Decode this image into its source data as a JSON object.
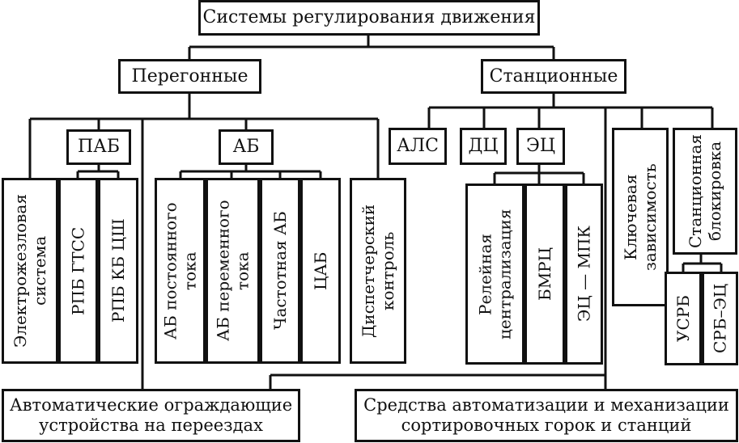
{
  "root": "Системы регулирования движения",
  "peregon": {
    "title": "Перегонные",
    "pab": {
      "title": "ПАБ",
      "items": [
        "РПБ ГТСС",
        "РПБ КБ ЦШ"
      ]
    },
    "ab": {
      "title": "АБ",
      "items": [
        "АБ постоянного\nтока",
        "АБ переменного\nтока",
        "Частотная АБ",
        "ЦАБ"
      ]
    },
    "electro": "Электрожезловая\nсистема",
    "dispatch": "Диспетчерский\nконтроль"
  },
  "station": {
    "title": "Станционные",
    "als": "АЛС",
    "dc": "ДЦ",
    "ec": {
      "title": "ЭЦ",
      "items": [
        "Релейная\nцентрализация",
        "БМРЦ",
        "ЭЦ — МПК"
      ]
    },
    "key": "Ключевая\nзависимость",
    "block": {
      "title": "Станционная\nблокировка",
      "items": [
        "УСРБ",
        "СРБ–ЭЦ"
      ]
    }
  },
  "bottom": {
    "left": "Автоматические ограждающие\nустройства на переездах",
    "right": "Средства автоматизации и механизации\nсортировочных горок и станций"
  }
}
